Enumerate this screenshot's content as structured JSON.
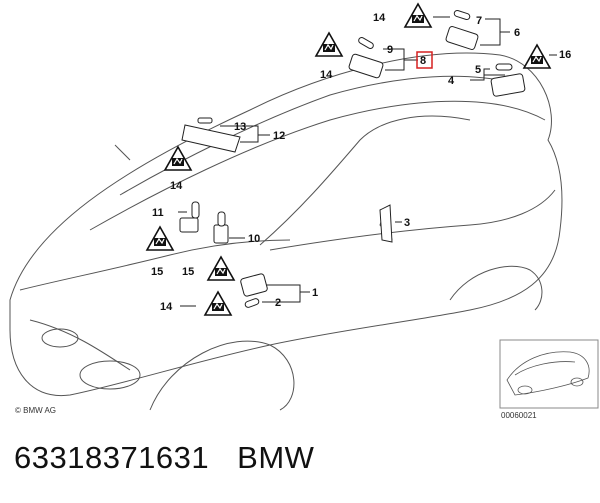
{
  "copyright": "© BMW AG",
  "diagram_id": "00060021",
  "part_number": "63318371631",
  "brand": "BMW",
  "callouts": {
    "c1": "1",
    "c2": "2",
    "c3": "3",
    "c4": "4",
    "c5": "5",
    "c6": "6",
    "c7": "7",
    "c8": "8",
    "c9": "9",
    "c10": "10",
    "c11": "11",
    "c12": "12",
    "c13": "13",
    "c14a": "14",
    "c14b": "14",
    "c14c": "14",
    "c14d": "14",
    "c15a": "15",
    "c15b": "15",
    "c16": "16"
  },
  "highlight_color": "#d62020"
}
